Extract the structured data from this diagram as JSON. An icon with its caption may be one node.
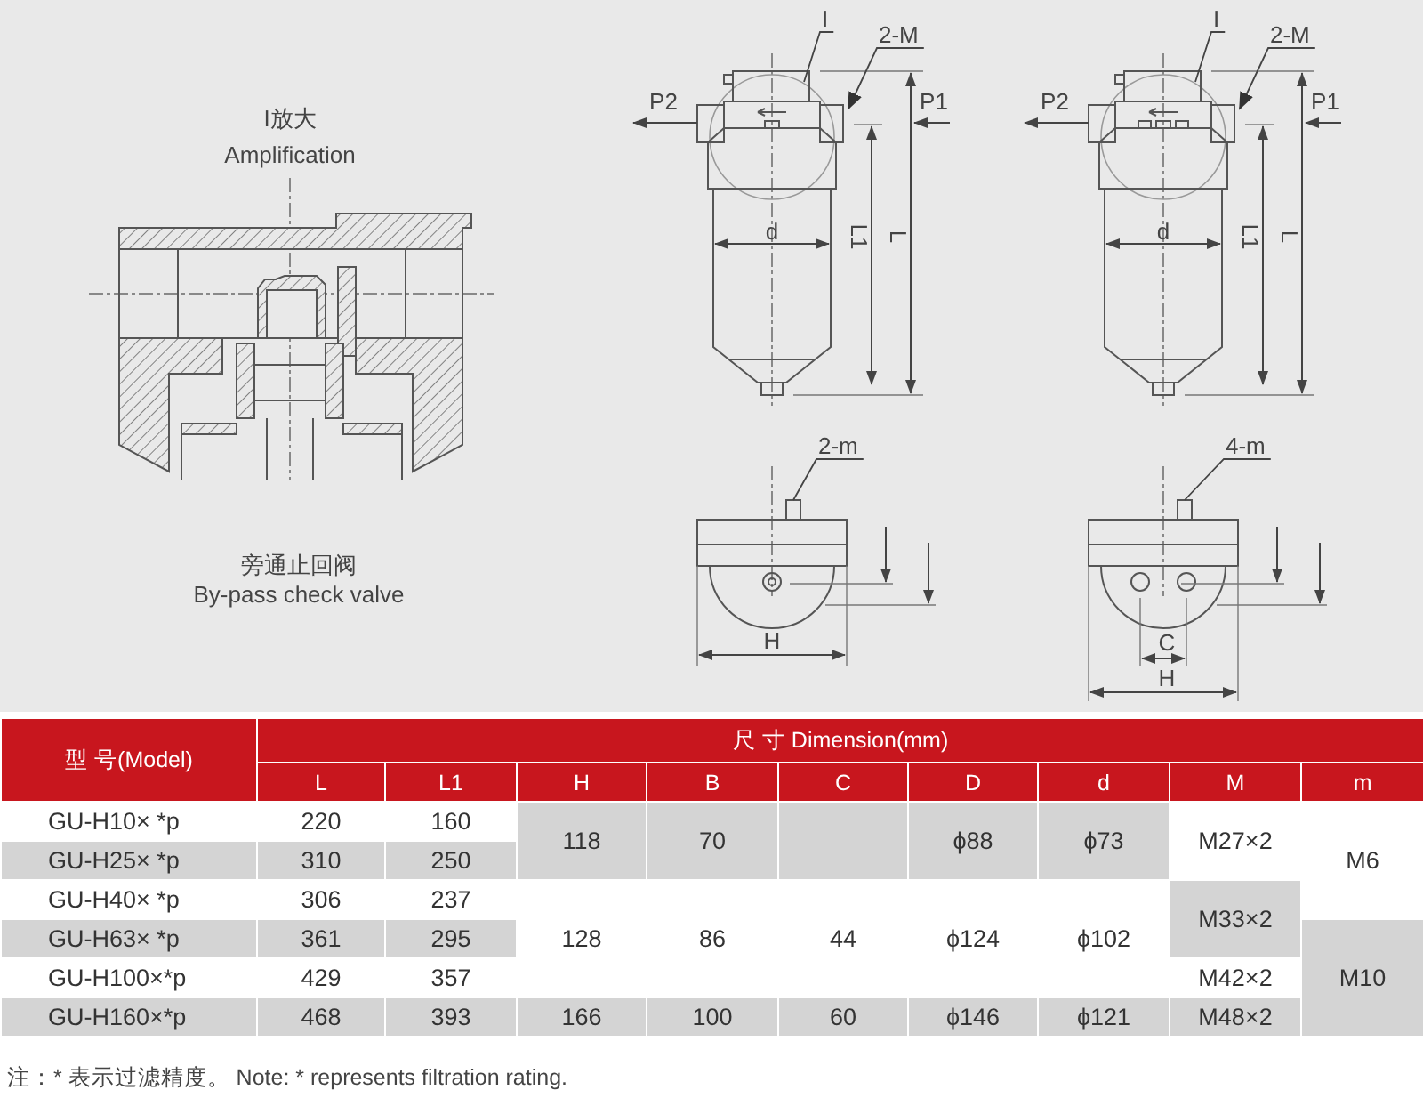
{
  "diagram": {
    "nodes": [
      {
        "text": [
          "I"
        ]
      },
      {
        "text": [
          "2-M"
        ]
      },
      {
        "text": [
          "I"
        ]
      },
      {
        "text": [
          "2-M"
        ]
      },
      {
        "text": [
          "2-m"
        ]
      },
      {
        "text": [
          "4-m"
        ]
      },
      {
        "text": [],
        "shape": "picture"
      },
      {
        "text": [],
        "shape": "picture"
      },
      {
        "text": [],
        "shape": "picture"
      },
      {
        "text": [],
        "shape": "picture"
      }
    ],
    "edges": [
      {
        "from": 0,
        "to": 6,
        "arrow": "none"
      },
      {
        "from": 1,
        "to": 6,
        "arrow": "to"
      },
      {
        "from": 2,
        "to": 7,
        "arrow": "none"
      },
      {
        "from": 3,
        "to": 7,
        "arrow": "to"
      },
      {
        "from": 4,
        "to": 8,
        "arrow": "none"
      },
      {
        "from": 5,
        "to": 9,
        "arrow": "none"
      }
    ],
    "labels": [
      "I放大",
      "Amplification",
      "旁通止回阀",
      "By-pass check valve",
      "P2",
      "P1",
      "d",
      "L1",
      "L",
      "P2",
      "P1",
      "d",
      "L1",
      "L",
      "H",
      "C",
      "H",
      "型 号(Model)",
      "尺 寸 Dimension(mm)",
      "L",
      "L1",
      "H",
      "B",
      "C",
      "D",
      "d",
      "M",
      "m",
      "GU-H10× *p",
      "220",
      "160",
      "118",
      "70",
      "ϕ88",
      "ϕ73",
      "M27×2",
      "GU-H25× *p",
      "310",
      "250",
      "M6",
      "GU-H40× *p",
      "306",
      "237",
      "128",
      "86",
      "44",
      "ϕ124",
      "ϕ102",
      "M33×2",
      "GU-H63× *p",
      "361",
      "295",
      "GU-H100×*p",
      "429",
      "357",
      "M42×2",
      "M10",
      "GU-H160×*p",
      "468",
      "393",
      "166",
      "100",
      "60",
      "ϕ146",
      "ϕ121",
      "M48×2",
      "注：* 表示过滤精度。 Note: * represents filtration rating."
    ]
  }
}
